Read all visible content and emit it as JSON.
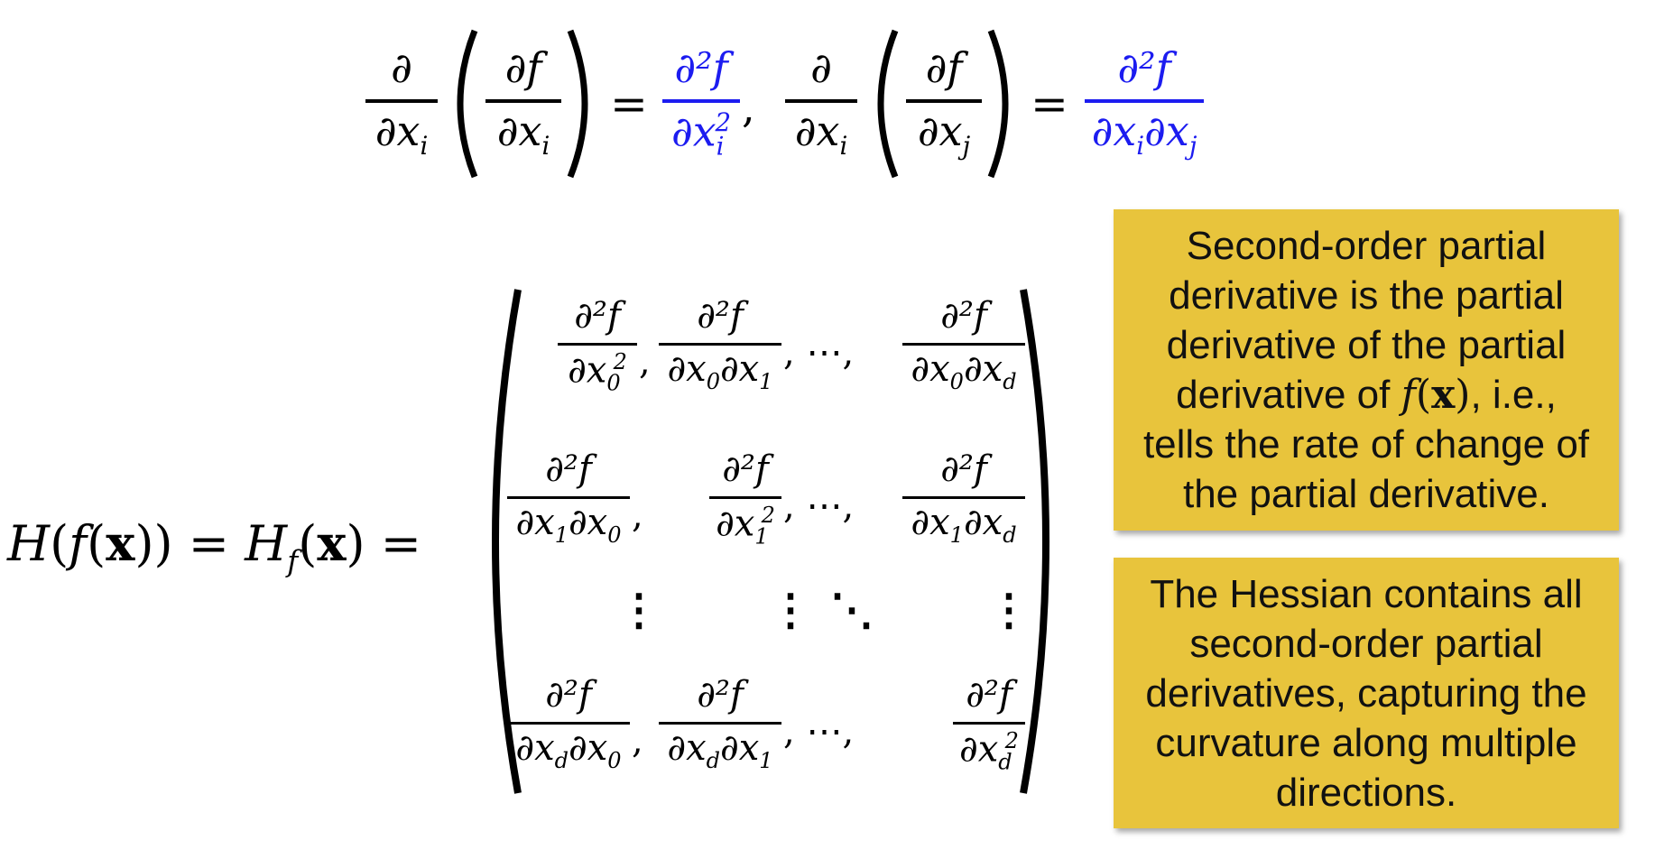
{
  "equation_top": {
    "d": "∂",
    "dxi": "∂x",
    "i": "i",
    "j": "j",
    "df": "∂f",
    "equals": "=",
    "d2f": "∂²f",
    "comma": ",",
    "d2f_dxi2_den": "∂x",
    "d2f_dxidxj_den": "∂x"
  },
  "hessian_lhs": {
    "text_H": "H",
    "text_f": "f",
    "text_x": "x",
    "text_Hf": "H",
    "sub_f": "f",
    "equals": "="
  },
  "matrix": {
    "numerator": "∂²f",
    "dots_h": "⋯",
    "dots_v": "⋮",
    "dots_d": "⋱",
    "comma": ","
  },
  "notes": [
    {
      "line1": "Second-order partial",
      "line2": "derivative is the partial",
      "line3": "derivative of the partial",
      "line4_pre": "derivative of ",
      "line4_math_f": "f",
      "line4_math_x": "x",
      "line4_post": ", i.e.,",
      "line5": "tells the rate of change of",
      "line6": "the partial derivative."
    },
    {
      "line1": "The Hessian contains all",
      "line2": "second-order partial",
      "line3": "derivatives, capturing the",
      "line4": "curvature along multiple",
      "line5": "directions."
    }
  ],
  "colors": {
    "highlight_blue": "#1c1cf0",
    "note_background": "#e8c43c"
  }
}
